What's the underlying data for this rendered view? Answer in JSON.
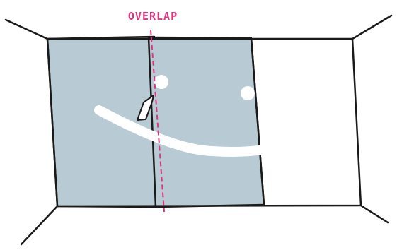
{
  "diagram": {
    "label": "OVERLAP",
    "colors": {
      "panel": "#b8cad3",
      "outline": "#1a1a1a",
      "overlap_line": "#e0357e",
      "background": "#ffffff"
    },
    "icons": [
      "wall-corner-lines",
      "wallpaper-panel",
      "overlap-guide-line",
      "light-hole",
      "seam-tool"
    ]
  }
}
